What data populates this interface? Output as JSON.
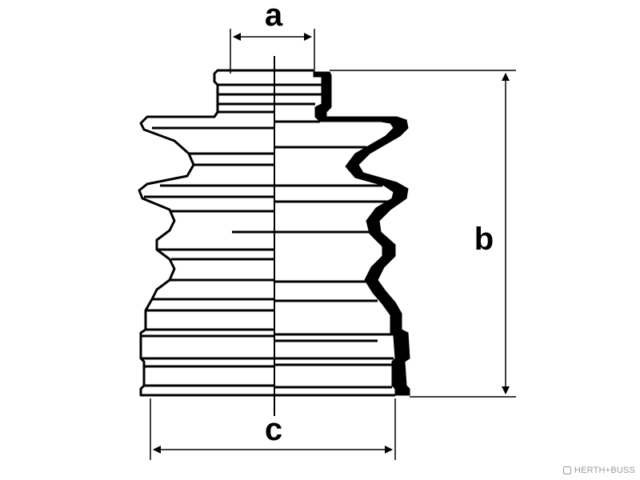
{
  "labels": {
    "a": "a",
    "b": "b",
    "c": "c"
  },
  "watermark": {
    "text": "HERTH+BUSS",
    "icon": "brand-logo-icon"
  },
  "colors": {
    "line": "#000000",
    "background": "#ffffff",
    "watermark": "#9a9a9a"
  }
}
